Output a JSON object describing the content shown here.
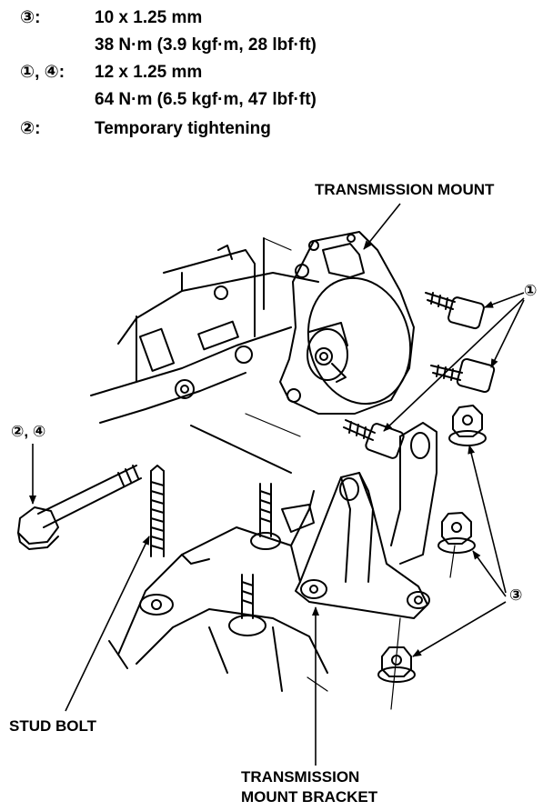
{
  "specs": [
    {
      "key": "③:",
      "lines": [
        "10 x 1.25 mm",
        "38 N·m (3.9 kgf·m, 28 lbf·ft)"
      ]
    },
    {
      "key": "①, ④:",
      "lines": [
        "12 x 1.25 mm",
        "64 N·m (6.5 kgf·m, 47 lbf·ft)"
      ]
    },
    {
      "key": "②:",
      "lines": [
        "Temporary tightening"
      ]
    }
  ],
  "callouts": {
    "transmission_mount": "TRANSMISSION MOUNT",
    "stud_bolt": "STUD BOLT",
    "bracket_line1": "TRANSMISSION",
    "bracket_line2": "MOUNT BRACKET",
    "ref_1": "①",
    "ref_2_4": "②, ④",
    "ref_3": "③"
  }
}
